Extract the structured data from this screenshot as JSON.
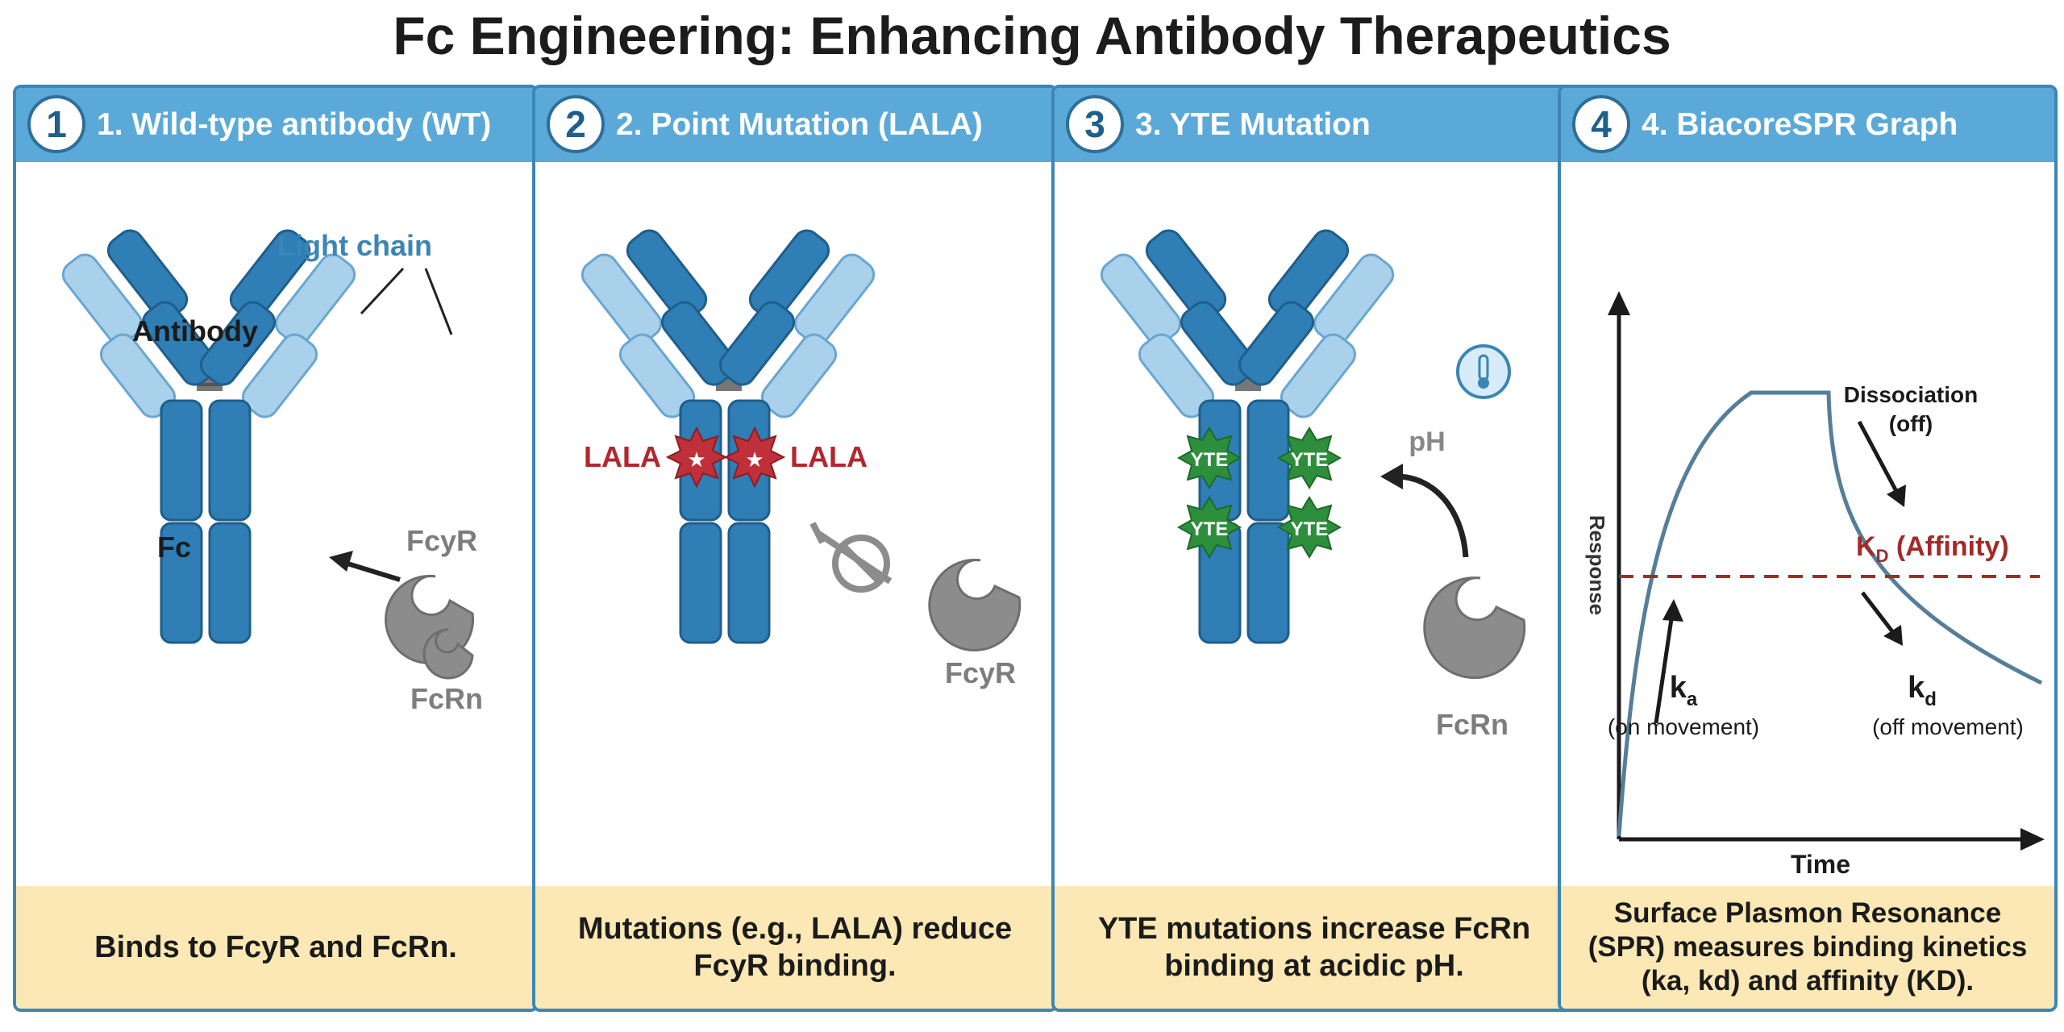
{
  "title": "Fc Engineering: Enhancing Antibody Therapeutics",
  "panels": [
    {
      "number": "1",
      "title": "1. Wild-type antibody (WT)",
      "labels": {
        "light_chain": "Light chain",
        "antibody": "Antibody",
        "fc": "Fc",
        "fcyr": "FcyR",
        "fcrn": "FcRn"
      },
      "caption": "Binds to FcyR and FcRn."
    },
    {
      "number": "2",
      "title": "2. Point Mutation (LALA)",
      "labels": {
        "lala_left": "LALA",
        "lala_right": "LALA",
        "fcyr": "FcyR"
      },
      "caption": "Mutations (e.g., LALA) reduce FcyR binding."
    },
    {
      "number": "3",
      "title": "3. YTE Mutation",
      "labels": {
        "yte": [
          "YTE",
          "YTE",
          "YTE",
          "YTE"
        ],
        "ph_text": "pH",
        "fcrn": "FcRn"
      },
      "caption": "YTE mutations increase FcRn binding at acidic pH."
    },
    {
      "number": "4",
      "title": "4. BiacoreSPR Graph",
      "labels": {
        "y_axis": "Response",
        "x_axis": "Time",
        "dissociation": "Dissociation",
        "dissociation_sub": "(off)",
        "kd_affinity_k": "K",
        "kd_affinity_sub": "D",
        "kd_affinity_rest": " (Affinity)",
        "ka": "k",
        "ka_sub": "a",
        "ka_caption": "(on movement)",
        "kd": "k",
        "kd_sub": "d",
        "kd_caption": "(off movement)"
      },
      "caption": "Surface Plasmon Resonance (SPR) measures binding kinetics (ka, kd) and affinity (KD)."
    }
  ],
  "colors": {
    "header": "#5ba9d8",
    "border": "#3c86b6",
    "heavy_chain": "#2f7eb5",
    "light_chain": "#a9d1ec",
    "hinge": "#666666",
    "receptor": "#8c8c8c",
    "lala": "#b3262d",
    "yte": "#2d8f3c",
    "footer": "#fbe8b4",
    "affinity_line": "#a32a2a",
    "curve": "#557e98"
  }
}
